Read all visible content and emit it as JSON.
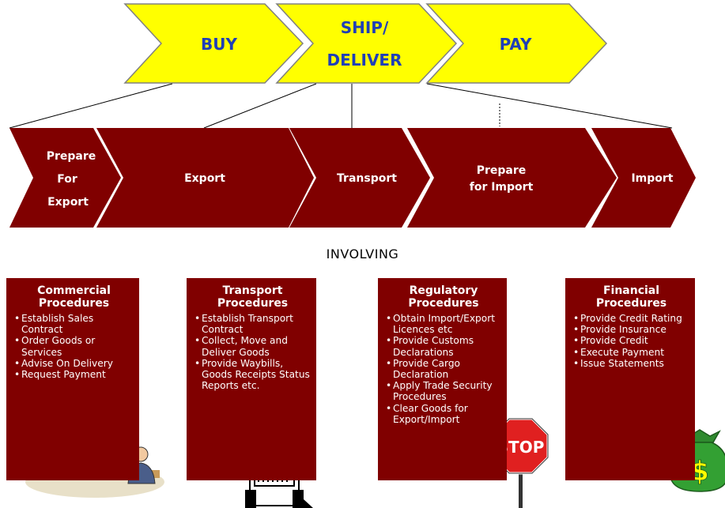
{
  "top_stages": [
    "BUY",
    "SHIP/\nDELIVER",
    "PAY"
  ],
  "process_steps": [
    "Prepare\nFor\nExport",
    "Export",
    "Transport",
    "Prepare\nfor Import",
    "Import"
  ],
  "connector_label": "INVOLVING",
  "procedures": [
    {
      "title": "Commercial\nProcedures",
      "items": [
        "Establish Sales Contract",
        "Order Goods or Services",
        "Advise On Delivery",
        "Request Payment"
      ],
      "illustration": "business-people-icon"
    },
    {
      "title": "Transport\nProcedures",
      "items": [
        "Establish Transport Contract",
        "Collect, Move and Deliver Goods",
        "Provide Waybills, Goods Receipts Status Reports etc."
      ],
      "illustration": "truck-icon"
    },
    {
      "title": "Regulatory\nProcedures",
      "items": [
        "Obtain Import/Export Licences etc",
        "Provide Customs Declarations",
        "Provide Cargo Declaration",
        "Apply Trade Security Procedures",
        "Clear Goods for Export/Import"
      ],
      "illustration": "stop-sign-icon",
      "sign_text": "STOP"
    },
    {
      "title": "Financial\nProcedures",
      "items": [
        "Provide Credit Rating",
        "Provide Insurance",
        "Provide Credit",
        "Execute Payment",
        "Issue Statements"
      ],
      "illustration": "money-bag-icon",
      "bag_symbol": "$"
    }
  ],
  "colors": {
    "stage_fill": "#ffff00",
    "stage_text": "#1f3fb7",
    "step_fill": "#800000",
    "step_text": "#ffffff",
    "box_fill": "#800000"
  }
}
